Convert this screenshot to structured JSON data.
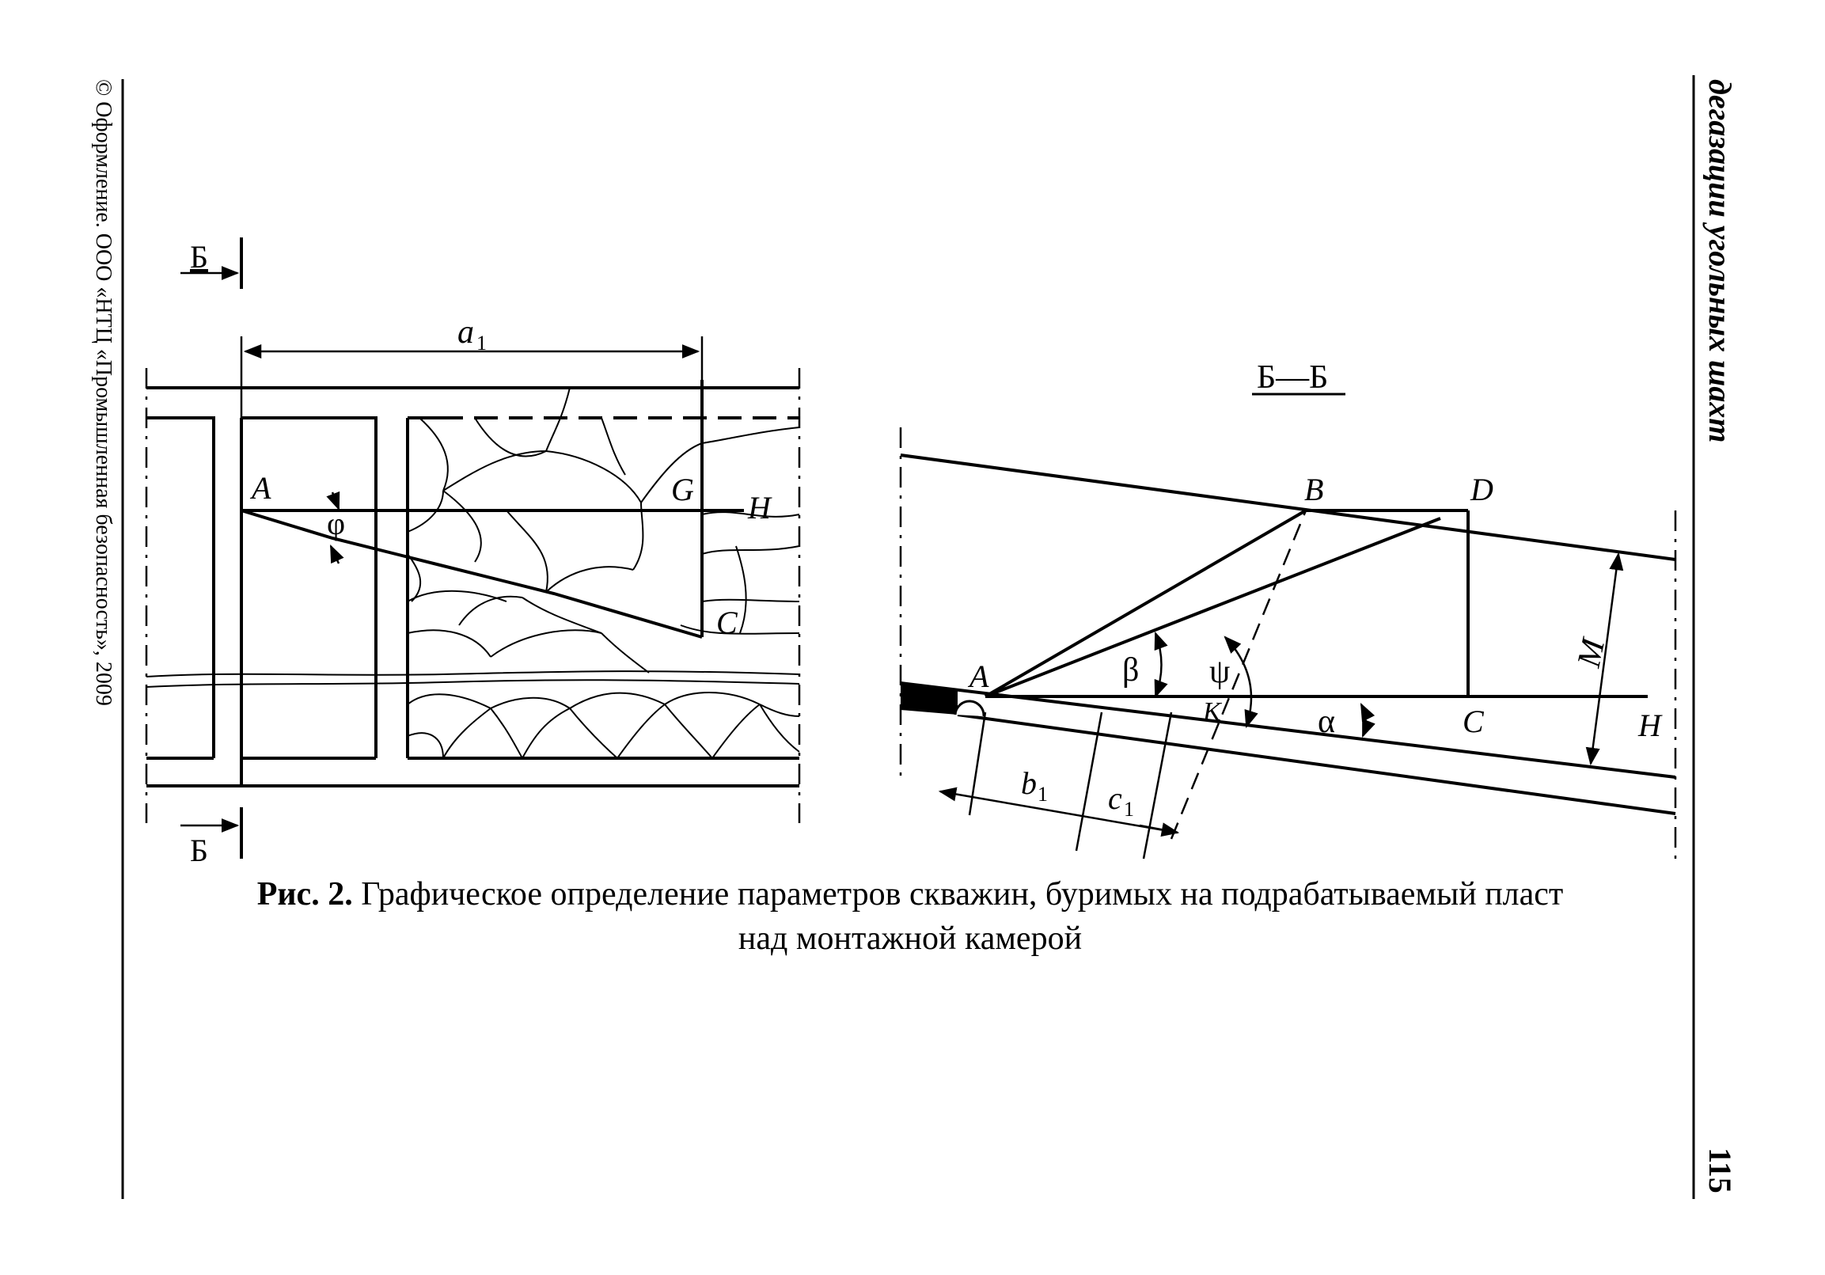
{
  "left_margin": "© Оформление. ООО «НТЦ «Промышленная безопасность», 2009",
  "right_margin": {
    "running_title": "дегазации угольных шахт",
    "page_number": "115"
  },
  "figure": {
    "plan": {
      "section_mark": "Б",
      "dimension": "a",
      "dimension_sub": "1",
      "point_A": "A",
      "point_G": "G",
      "point_H": "H",
      "point_C": "C",
      "angle_phi": "φ"
    },
    "section": {
      "title": "Б—Б",
      "point_A": "A",
      "point_B": "B",
      "point_D": "D",
      "point_C": "C",
      "point_H": "H",
      "point_K": "K",
      "angle_beta": "β",
      "angle_psi": "ψ",
      "angle_alpha": "α",
      "thickness": "M",
      "dim_b": "b",
      "dim_b_sub": "1",
      "dim_c": "c",
      "dim_c_sub": "1"
    }
  },
  "caption": {
    "number": "Рис. 2.",
    "text": "Графическое определение параметров скважин, буримых на подрабатываемый пласт над монтажной камерой"
  }
}
